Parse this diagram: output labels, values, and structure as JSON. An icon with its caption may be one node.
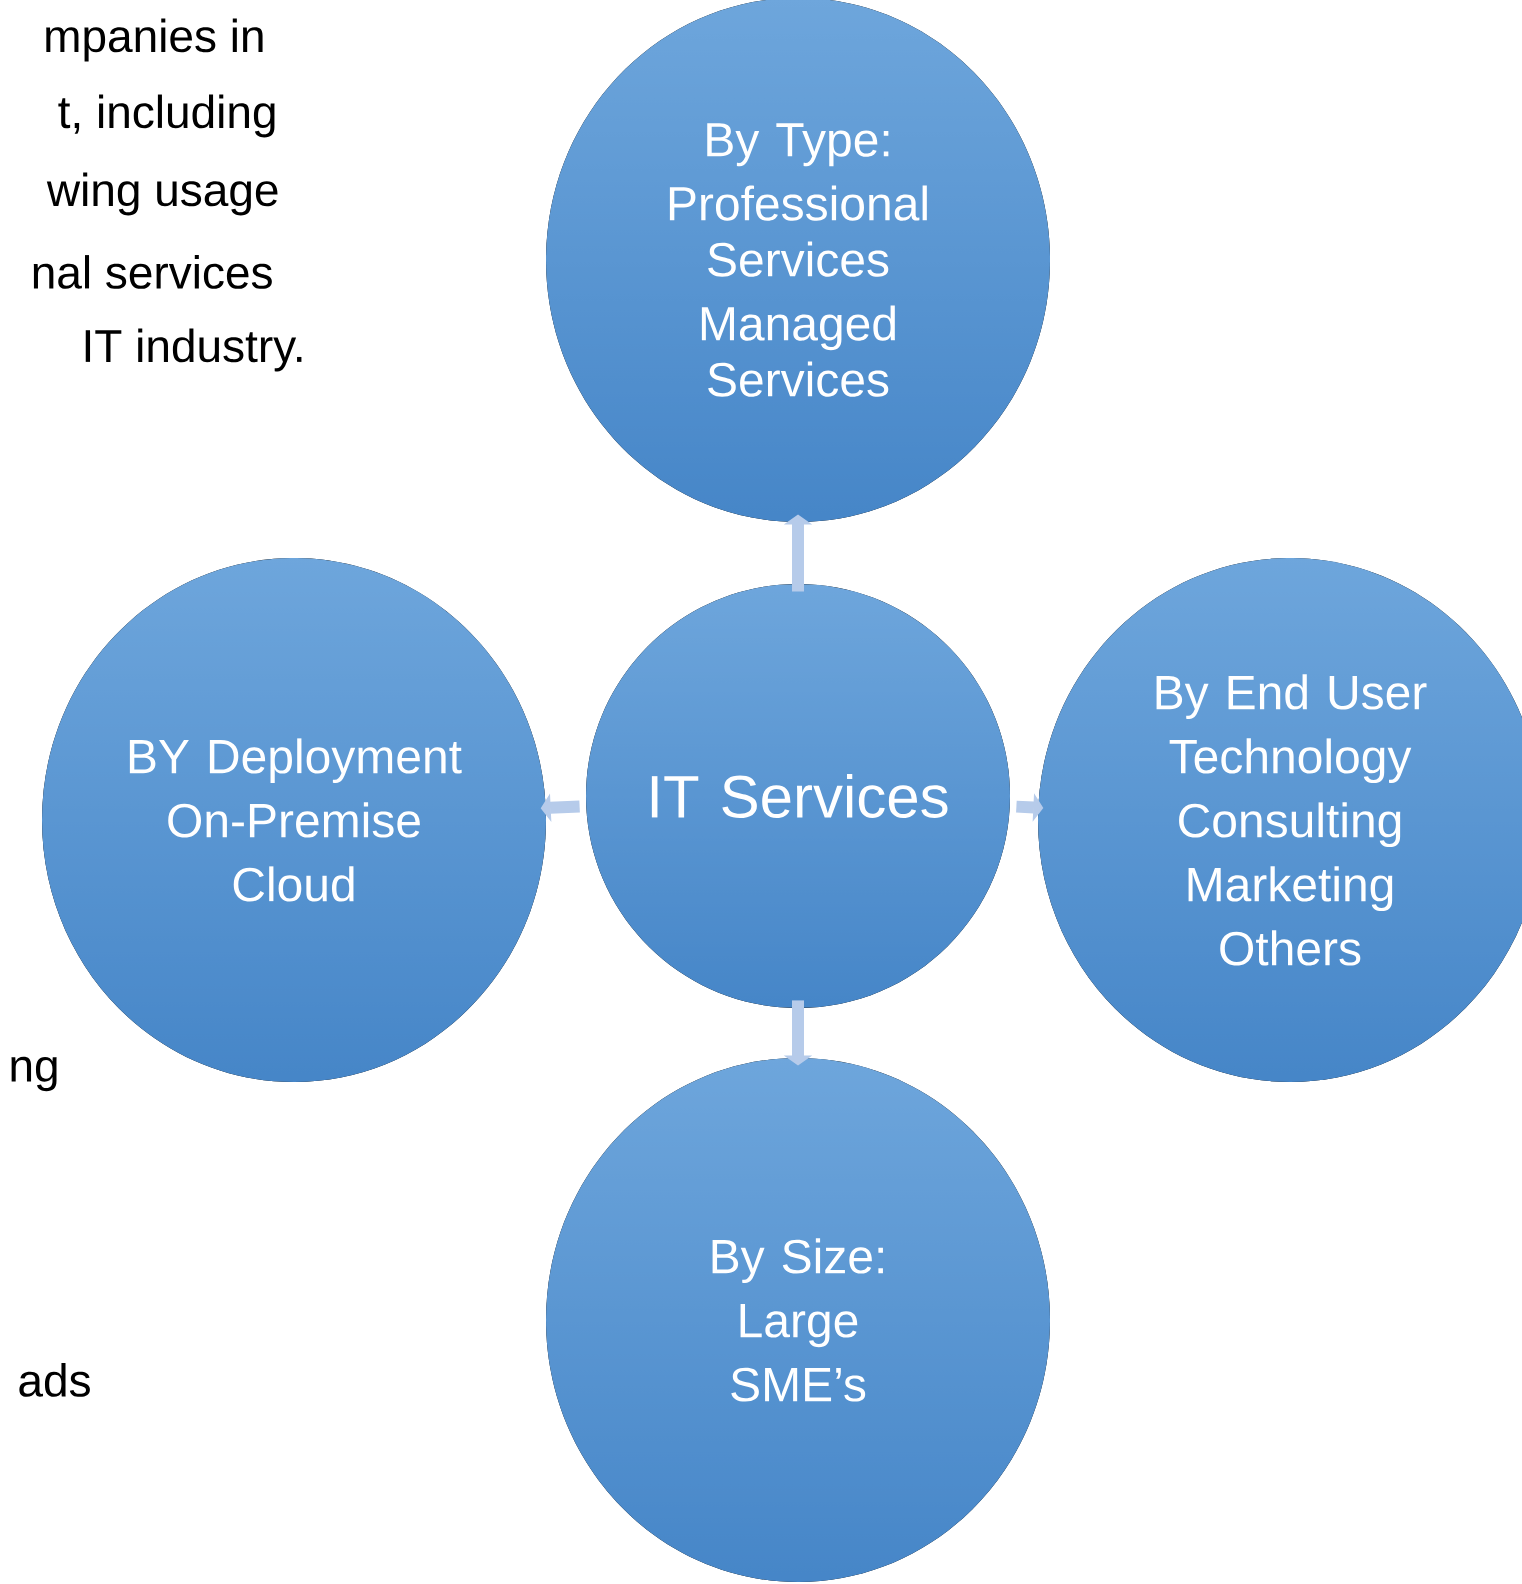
{
  "diagram": {
    "nodes": [
      {
        "text": [
          "By Type:",
          "Professional Services",
          "Managed Services"
        ]
      },
      {
        "text": [
          "BY Deployment",
          "On-Premise",
          "Cloud"
        ]
      },
      {
        "text": [
          "IT Services"
        ]
      },
      {
        "text": [
          "By End User",
          "Technology",
          "Consulting",
          "Marketing",
          "Others"
        ]
      },
      {
        "text": [
          "By Size:",
          "Large",
          "SME’s"
        ]
      }
    ],
    "edges": [
      {
        "from": 2,
        "to": 0,
        "arrow": "to"
      },
      {
        "from": 2,
        "to": 1,
        "arrow": "to"
      },
      {
        "from": 2,
        "to": 3,
        "arrow": "to"
      },
      {
        "from": 2,
        "to": 4,
        "arrow": "to"
      }
    ],
    "labels": [
      "mpanies in",
      "t, including",
      "wing usage",
      "nal services",
      "IT industry.",
      "ng",
      "ads"
    ]
  }
}
